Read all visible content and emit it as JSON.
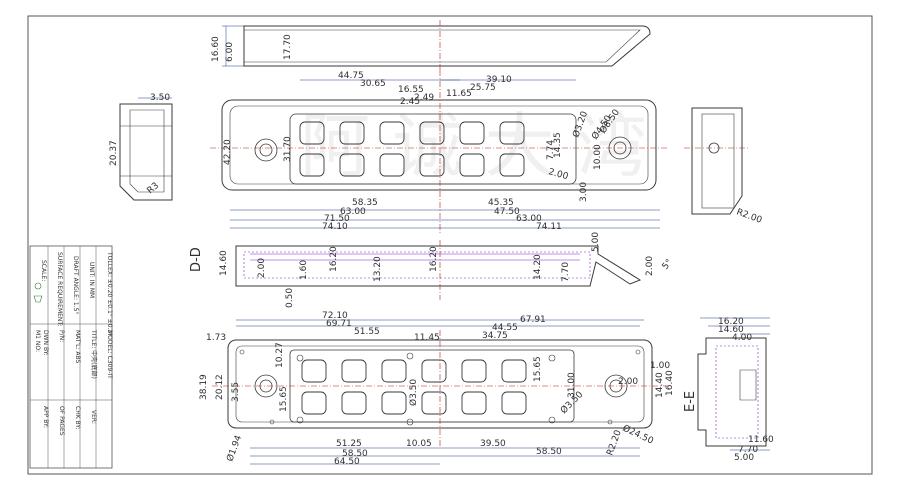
{
  "colors": {
    "outline": "#3a3a3a",
    "dim": "#1e3a8a",
    "center": "#b91c1c",
    "hatch": "#7e22ce",
    "watermark": "#d9d9d9"
  },
  "watermark": "阿 诚 大 湾",
  "views": {
    "side_top": {
      "dims": [
        "6.00",
        "16.60",
        "17.70"
      ]
    },
    "front_top": {
      "dims_top": [
        "44.75",
        "39.10",
        "30.65",
        "25.75",
        "16.55",
        "11.65",
        "2.49",
        "2.45"
      ],
      "dims_left": [
        "42.20",
        "31.70"
      ],
      "dims_right": [
        "Ø8.50",
        "Ø4.50",
        "Ø3.20",
        "14.35",
        "7.74",
        "10.00",
        "2.00",
        "3.00"
      ],
      "dims_bottom": [
        "58.35",
        "45.35",
        "47.50",
        "63.00",
        "63.00",
        "71.50",
        "74.10",
        "74.11"
      ]
    },
    "end_left": {
      "dims": [
        "3.50",
        "20.37",
        "R3"
      ]
    },
    "end_right": {
      "dims": [
        "R2.00"
      ]
    },
    "section_dd": {
      "label": "D-D",
      "dims": [
        "14.60",
        "2.00",
        "1.60",
        "16.20",
        "13.20",
        "16.20",
        "14.20",
        "0.50",
        "7.70",
        "5.00",
        "2.00",
        "5°"
      ]
    },
    "bottom_view": {
      "dims_top": [
        "72.10",
        "67.91",
        "69.71",
        "51.55",
        "44.55",
        "11.45",
        "34.75",
        "1.73"
      ],
      "dims_left": [
        "38.19",
        "20.12",
        "10.27",
        "3.55",
        "15.65",
        "Ø1.94"
      ],
      "dims_right": [
        "1.00",
        "2.00",
        "15.65",
        "Ø3.50",
        "31.00",
        "16.40",
        "14.40",
        "Ø24.50",
        "Ø3.50",
        "R2.20"
      ],
      "dims_bottom": [
        "51.25",
        "10.05",
        "39.50",
        "58.50",
        "58.50",
        "64.50"
      ]
    },
    "section_ee": {
      "label": "E-E",
      "dims": [
        "16.20",
        "14.60",
        "4.00",
        "11.60",
        "7.70",
        "5.00"
      ]
    }
  },
  "title_block": {
    "tolerance": "TOLLEX: ±0.20 ±0.1° ±0.2°",
    "unit": "UNIT: IN MM",
    "draft_angle": "DRAFT ANGLE: 1.5°",
    "surface": "SURFACE REQUIREMENT:",
    "scale": "SCALE:",
    "model": "MODEL: C309-IT",
    "title": "TITLE: 中壳(底部)",
    "matl": "MAT'L: ABS",
    "pn": "P/N:",
    "drawn": "DWN BY:",
    "m1": "M1 NO:",
    "ver": "VER:",
    "chk": "CHK BY:",
    "of": "OF PAGES",
    "app": "APP BY:"
  }
}
